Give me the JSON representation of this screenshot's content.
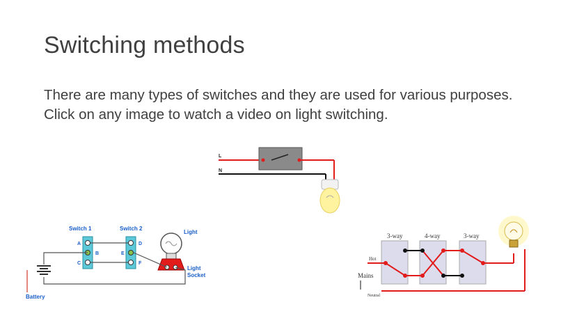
{
  "slide": {
    "title": "Switching methods",
    "body": "There are many types of switches and they are used for various purposes. Click on any image to watch a video on light switching."
  },
  "diagram_simple": {
    "live_label": "L",
    "neutral_label": "N"
  },
  "diagram_two_way": {
    "switch1_label": "Switch 1",
    "switch2_label": "Switch 2",
    "light_label": "Light",
    "light_socket_label_1": "Light",
    "light_socket_label_2": "Socket",
    "battery_label": "Battery",
    "terminal_a": "A",
    "terminal_b": "B",
    "terminal_c": "C",
    "terminal_d": "D",
    "terminal_e": "E",
    "terminal_f": "F"
  },
  "diagram_intermediate": {
    "switch_left_label": "3-way",
    "switch_middle_label": "4-way",
    "switch_right_label": "3-way",
    "hot_label": "Hot",
    "mains_label": "Mains",
    "neutral_label": "Neutral"
  },
  "colors": {
    "title_text": "#404040",
    "wire_red": "#e21b1b",
    "wire_black": "#111111",
    "switch_teal": "#5cc8d8",
    "switch_panel": "#dcdcec",
    "bulb_yellow": "#fff3a0"
  }
}
